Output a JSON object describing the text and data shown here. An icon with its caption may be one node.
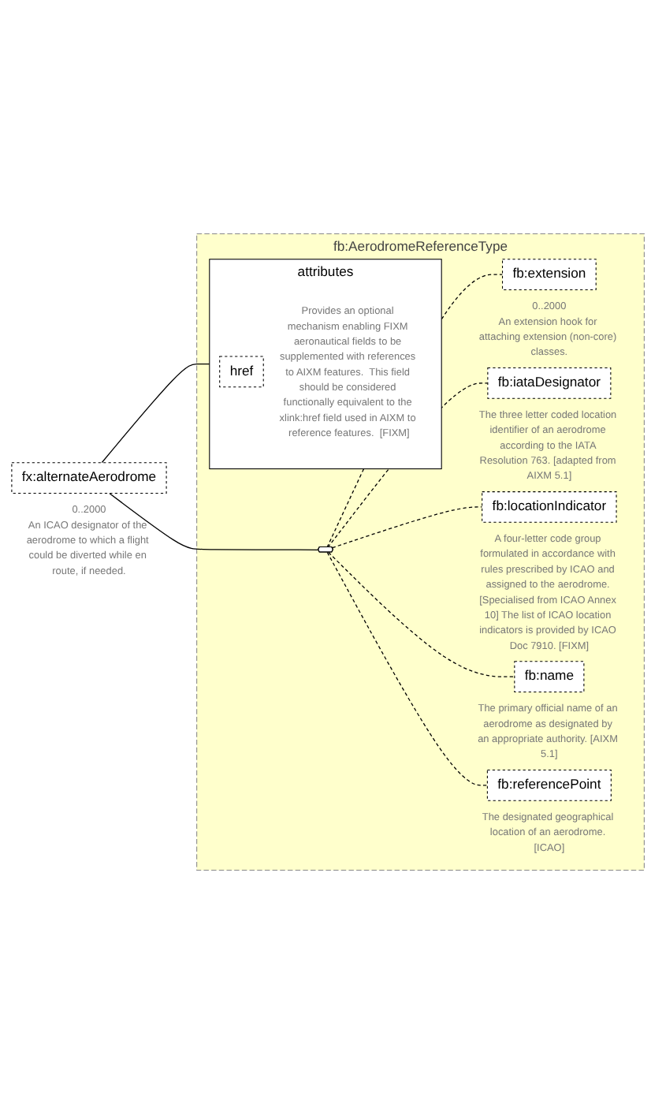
{
  "diagram": {
    "nodes": [
      {
        "text": [
          "fx:alternateAerodrome"
        ],
        "beside": [
          "0..2000",
          "An ICAO designator of the aerodrome to which a flight could be diverted while en route, if needed."
        ]
      },
      {
        "text": [
          "fb:AerodromeReferenceType"
        ]
      },
      {
        "text": [
          "attributes"
        ],
        "in": 1
      },
      {
        "text": [
          "href"
        ],
        "in": 2,
        "beside": [
          "Provides an optional mechanism enabling FIXM aeronautical fields to be supplemented with references to AIXM features.  This field should be considered functionally equivalent to the xlink:href field used in AIXM to reference features.  [FIXM]"
        ]
      },
      {
        "text": [],
        "shape": "hexagon",
        "in": 1
      },
      {
        "text": [
          "fb:extension"
        ],
        "in": 1,
        "beside": [
          "0..2000",
          "An extension hook for attaching extension (non-core) classes."
        ]
      },
      {
        "text": [
          "fb:iataDesignator"
        ],
        "in": 1,
        "beside": [
          "The three letter coded location identifier of an aerodrome according to the IATA Resolution 763. [adapted from AIXM 5.1]"
        ]
      },
      {
        "text": [
          "fb:locationIndicator"
        ],
        "in": 1,
        "beside": [
          "A four-letter code group formulated in accordance with rules prescribed by ICAO and assigned to the aerodrome. [Specialised from ICAO Annex 10] The list of ICAO location indicators is provided by ICAO Doc 7910. [FIXM]"
        ]
      },
      {
        "text": [
          "fb:name"
        ],
        "in": 1,
        "beside": [
          "The primary official name of an aerodrome as designated by an appropriate authority. [AIXM 5.1]"
        ]
      },
      {
        "text": [
          "fb:referencePoint"
        ],
        "in": 1,
        "beside": [
          "The designated geographical location of an aerodrome. [ICAO]"
        ]
      }
    ],
    "edges": [
      {
        "from": 0,
        "to": 2,
        "arrow": "none"
      },
      {
        "from": 0,
        "to": 4,
        "arrow": "none"
      },
      {
        "from": 4,
        "to": 5,
        "arrow": "none",
        "style": "dashed"
      },
      {
        "from": 4,
        "to": 6,
        "arrow": "none",
        "style": "dashed"
      },
      {
        "from": 4,
        "to": 7,
        "arrow": "none",
        "style": "dashed"
      },
      {
        "from": 4,
        "to": 8,
        "arrow": "none",
        "style": "dashed"
      },
      {
        "from": 4,
        "to": 9,
        "arrow": "none",
        "style": "dashed"
      }
    ]
  }
}
